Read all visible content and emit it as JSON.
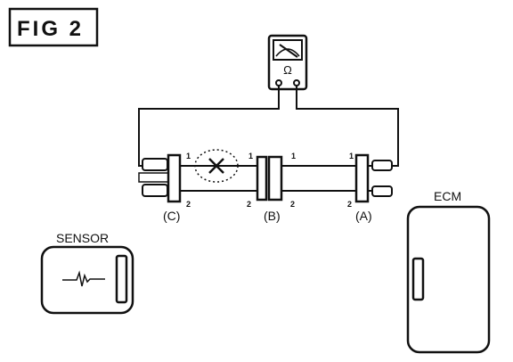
{
  "figure": {
    "title": "FIG 2"
  },
  "meter": {
    "symbol": "Ω",
    "icon": "ohmmeter-icon"
  },
  "connectors": [
    {
      "id": "C",
      "label": "(C)",
      "pin_top": "1",
      "pin_bottom": "2"
    },
    {
      "id": "B",
      "label": "(B)",
      "pin_top": "1",
      "pin_bottom": "2"
    },
    {
      "id": "A",
      "label": "(A)",
      "pin_top": "1",
      "pin_bottom": "2"
    }
  ],
  "components": {
    "sensor": {
      "label": "SENSOR"
    },
    "ecm": {
      "label": "ECM"
    }
  },
  "fault": {
    "icon": "open-circuit-icon"
  },
  "colors": {
    "ink": "#111111",
    "paper": "#ffffff"
  }
}
